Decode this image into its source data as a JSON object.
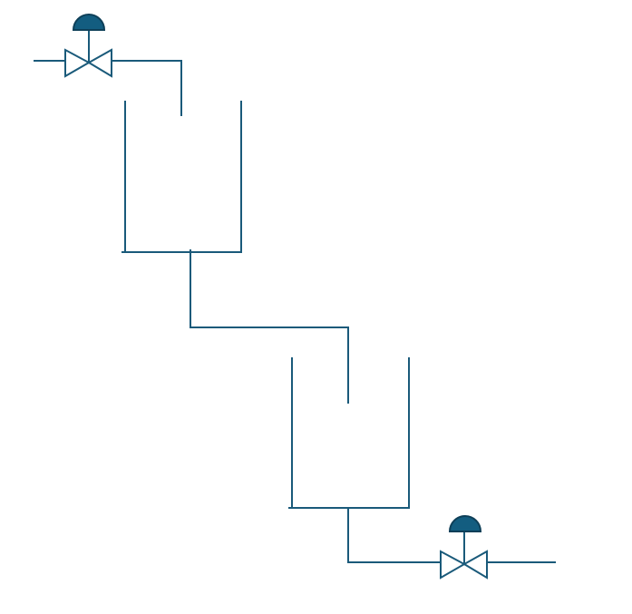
{
  "diagram": {
    "type": "two-tank-process",
    "stroke_color": "#1a5a7a",
    "actuator_fill": "#135d80",
    "background": "#ffffff",
    "components": [
      {
        "id": "inlet-control-valve",
        "kind": "control-valve",
        "icon": "diaphragm-valve-icon"
      },
      {
        "id": "upper-tank",
        "kind": "open-tank"
      },
      {
        "id": "lower-tank",
        "kind": "open-tank"
      },
      {
        "id": "outlet-control-valve",
        "kind": "control-valve",
        "icon": "diaphragm-valve-icon"
      }
    ],
    "connections": [
      {
        "from": "inlet-control-valve",
        "to": "upper-tank"
      },
      {
        "from": "upper-tank",
        "to": "lower-tank"
      },
      {
        "from": "lower-tank",
        "to": "outlet-control-valve"
      }
    ]
  }
}
